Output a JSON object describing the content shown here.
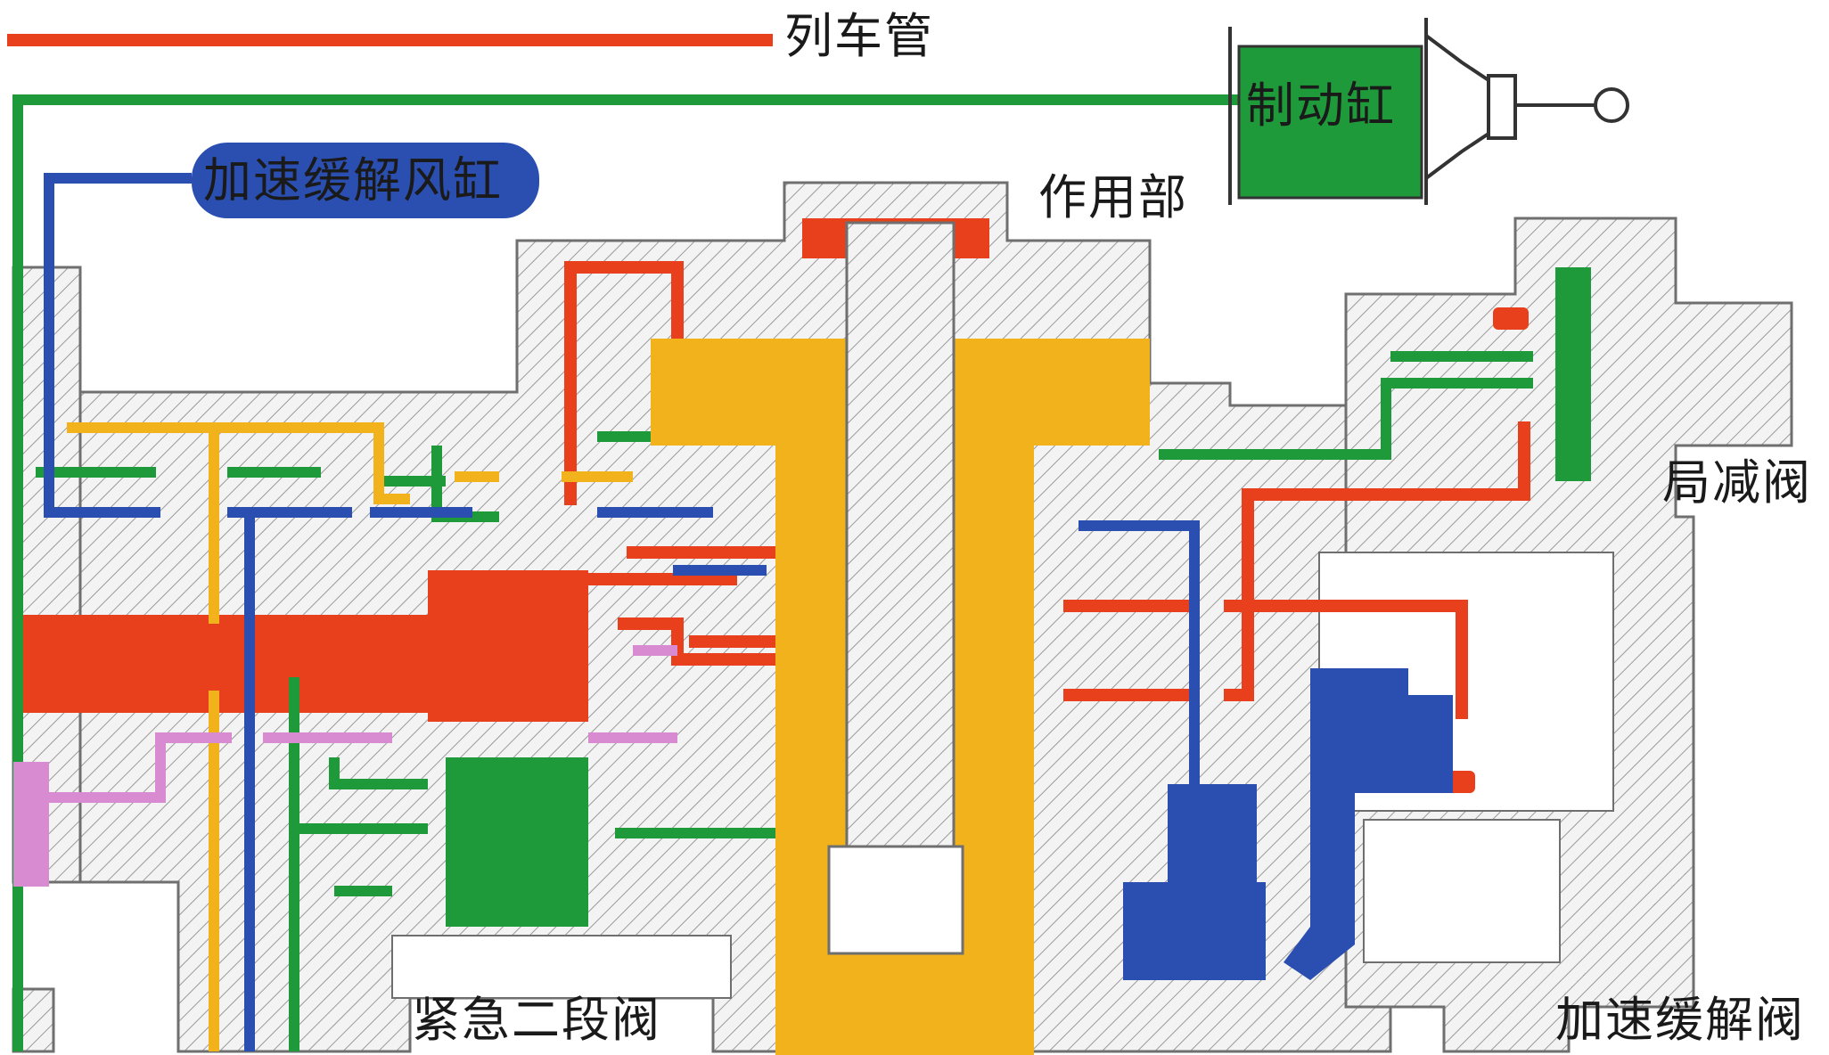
{
  "labels": {
    "train_pipe": "列车管",
    "brake_cylinder": "制动缸",
    "accel_release_reservoir": "加速缓解风缸",
    "service_portion": "作用部",
    "local_reduction_valve": "局减阀",
    "emergency_second_stage_valve": "紧急二段阀",
    "accel_release_valve": "加速缓解阀"
  },
  "colors": {
    "train_pipe": "#e8401c",
    "brake_cylinder": "#1f9a3a",
    "accel_release_reservoir": "#2b4fb0",
    "auxiliary": "#f2b21c",
    "pink": "#d88bd0",
    "housing_fill": "#f2f2f2",
    "housing_line": "#8a8a8a"
  }
}
